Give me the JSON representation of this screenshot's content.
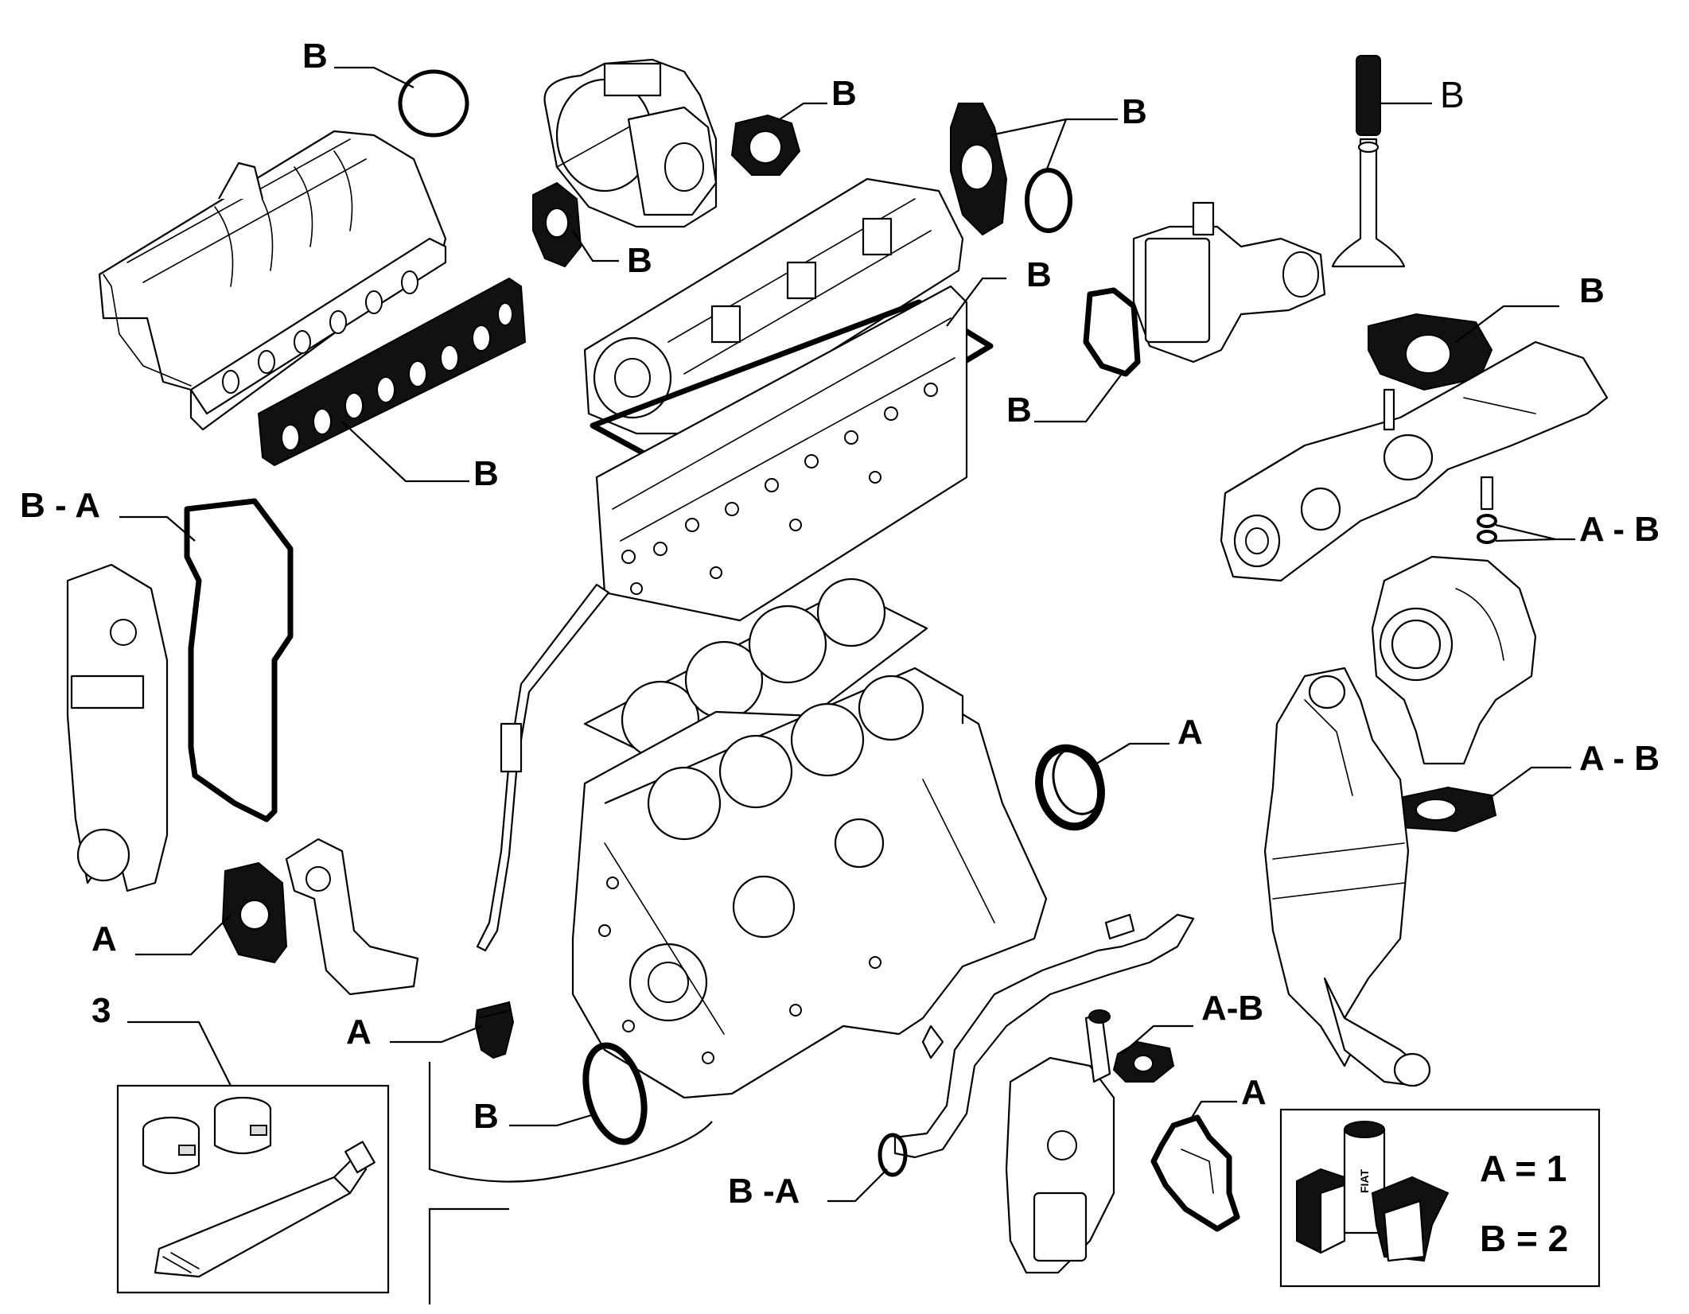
{
  "labels": {
    "inlet_ring": "B",
    "throttle_gasket": "B",
    "throttle_side_gasket": "B",
    "egr_gaskets": "B",
    "valve_seal": "B",
    "valve_cover_gasket": "B",
    "thermostat_gasket": "B",
    "exhaust_manifold_gasket": "B",
    "intake_manifold_gasket": "B",
    "timing_cover_gasket": "B - A",
    "turbo_washers": "A - B",
    "crank_seal_front": "A",
    "turbo_outlet_gasket": "A - B",
    "oil_pump_gasket": "A",
    "sealant_kit": "3",
    "oil_plug": "A",
    "crank_seal_rear": "B",
    "oil_filter_gasket": "A-B",
    "oil_cooler_gasket": "A",
    "pipe_oring": "B -A"
  },
  "legend": {
    "a_line": "A = 1",
    "b_line": "B = 2",
    "logo_text": "FIAT"
  }
}
